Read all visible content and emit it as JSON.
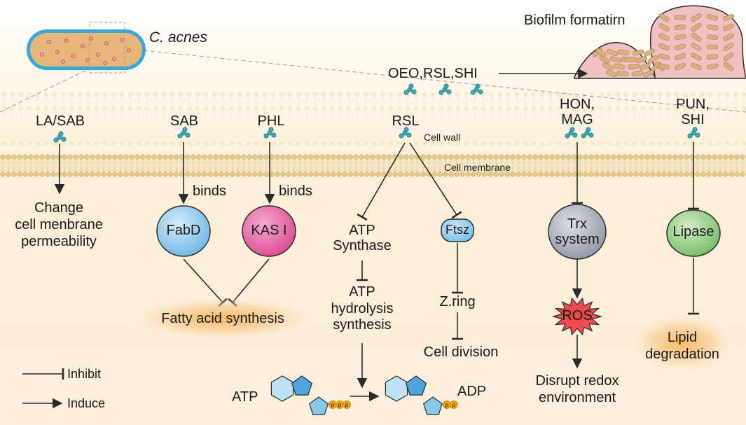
{
  "organism": "C. acnes",
  "biofilm": "Biofilm formatirn",
  "biofilm_compounds": "OEO,RSL,SHI",
  "layers": {
    "cell_wall": "Cell wall",
    "cell_membrane": "Cell membrane"
  },
  "compounds": {
    "la_sab": "LA/SAB",
    "sab": "SAB",
    "phl": "PHL",
    "rsl": "RSL",
    "hon_mag": "HON,\nMAG",
    "pun_shi": "PUN,\nSHI"
  },
  "effects": {
    "permeability": "Change\ncell menbrane\npermeability",
    "binds_1": "binds",
    "binds_2": "binds",
    "fatty_acid": "Fatty acid synthesis",
    "atp_synthase": "ATP\nSynthase",
    "atp_hydrolysis": "ATP\nhydrolysis\nsynthesis",
    "z_ring": "Z.ring",
    "cell_division": "Cell division",
    "redox": "Disrupt redox\nenvironment",
    "lipid": "Lipid\ndegradation"
  },
  "nodes": {
    "fabd": "FabD",
    "kas": "KAS I",
    "ftsz": "Ftsz",
    "trx": "Trx\nsystem",
    "ros": "ROS",
    "lipase": "Lipase"
  },
  "molecules": {
    "atp": "ATP",
    "adp": "ADP",
    "phosphate": "p"
  },
  "legend": {
    "inhibit": "Inhibit",
    "induce": "Induce"
  },
  "colors": {
    "background_cytoplasm": "#fbecd3",
    "membrane_beige": "#f2e3bf",
    "membrane_head": "#ead59b",
    "fabd_fill": "#8ccbef",
    "kas_fill": "#e45fa0",
    "ftsz_fill": "#7fc4ec",
    "trx_fill": "#adb5bf",
    "lipase_fill": "#99d08d",
    "ros_fill": "#ee4a4f",
    "glow": "#f7c37c",
    "biofilm_fill": "#f2c0c0",
    "rod_fill": "#d8b180",
    "bacterium_outer": "#3aa7d6",
    "bacterium_inner": "#e7b67a",
    "compound_teal": "#3ca9b7"
  }
}
